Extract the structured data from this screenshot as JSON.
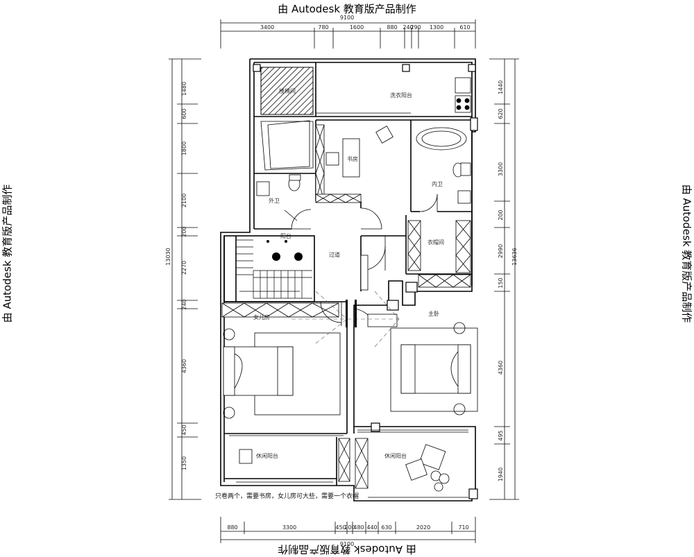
{
  "watermark": "由 Autodesk 教育版产品制作",
  "dims": {
    "top": [
      "9100",
      "3400",
      "780",
      "1600",
      "880",
      "240",
      "290",
      "1300",
      "610"
    ],
    "bottom": [
      "9100",
      "880",
      "3300",
      "450",
      "200",
      "480",
      "440",
      "630",
      "2020",
      "710"
    ],
    "left": [
      "1480",
      "600",
      "1800",
      "2100",
      "200",
      "2270",
      "240",
      "4360",
      "450",
      "1350",
      "13030"
    ],
    "right": [
      "1440",
      "620",
      "3300",
      "200",
      "2990",
      "150",
      "4360",
      "495",
      "1940",
      "13636"
    ]
  },
  "rooms": {
    "balcony_a": "洗衣阳台",
    "stair_void": "楼梯间",
    "study": "书房",
    "inner_wc": "内卫",
    "outer_wc": "外卫",
    "corridor": "过道",
    "closet": "衣帽间",
    "balcony_b": "阳台",
    "daughter_room": "女儿房",
    "master_room": "主卧",
    "balcony_c": "休闲阳台",
    "balcony_d": "休闲阳台"
  },
  "note": "只卷两个，需要书房，女儿房可大些，需要一个衣帽"
}
